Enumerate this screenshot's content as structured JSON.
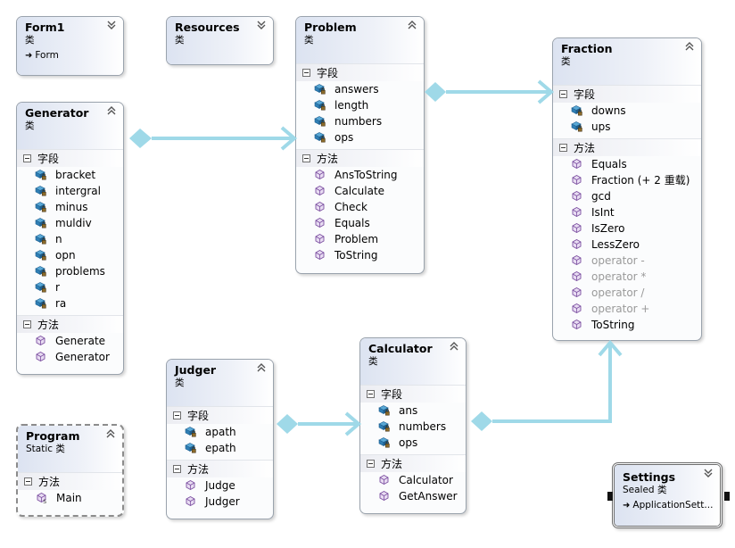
{
  "labels": {
    "fields": "字段",
    "methods": "方法"
  },
  "colors": {
    "connector": "#9fd9e8",
    "header_start": "#dce3f1",
    "border": "#9aa3ad"
  },
  "classes": {
    "form1": {
      "name": "Form1",
      "kind": "类",
      "base": "Form"
    },
    "resources": {
      "name": "Resources",
      "kind": "类"
    },
    "problem": {
      "name": "Problem",
      "kind": "类",
      "fields": [
        "answers",
        "length",
        "numbers",
        "ops"
      ],
      "methods": [
        "AnsToString",
        "Calculate",
        "Check",
        "Equals",
        "Problem",
        "ToString"
      ]
    },
    "fraction": {
      "name": "Fraction",
      "kind": "类",
      "fields": [
        "downs",
        "ups"
      ],
      "methods": [
        "Equals",
        "Fraction (+ 2 重载)",
        "gcd",
        "IsInt",
        "IsZero",
        "LessZero",
        "operator -",
        "operator *",
        "operator /",
        "operator +",
        "ToString"
      ]
    },
    "generator": {
      "name": "Generator",
      "kind": "类",
      "fields": [
        "bracket",
        "intergral",
        "minus",
        "muldiv",
        "n",
        "opn",
        "problems",
        "r",
        "ra"
      ],
      "methods": [
        "Generate",
        "Generator"
      ]
    },
    "judger": {
      "name": "Judger",
      "kind": "类",
      "fields": [
        "apath",
        "epath"
      ],
      "methods": [
        "Judge",
        "Judger"
      ]
    },
    "calculator": {
      "name": "Calculator",
      "kind": "类",
      "fields": [
        "ans",
        "numbers",
        "ops"
      ],
      "methods": [
        "Calculator",
        "GetAnswer"
      ]
    },
    "program": {
      "name": "Program",
      "kind": "Static 类",
      "methods": [
        "Main"
      ]
    },
    "settings": {
      "name": "Settings",
      "kind": "Sealed 类",
      "base": "ApplicationSett..."
    }
  }
}
